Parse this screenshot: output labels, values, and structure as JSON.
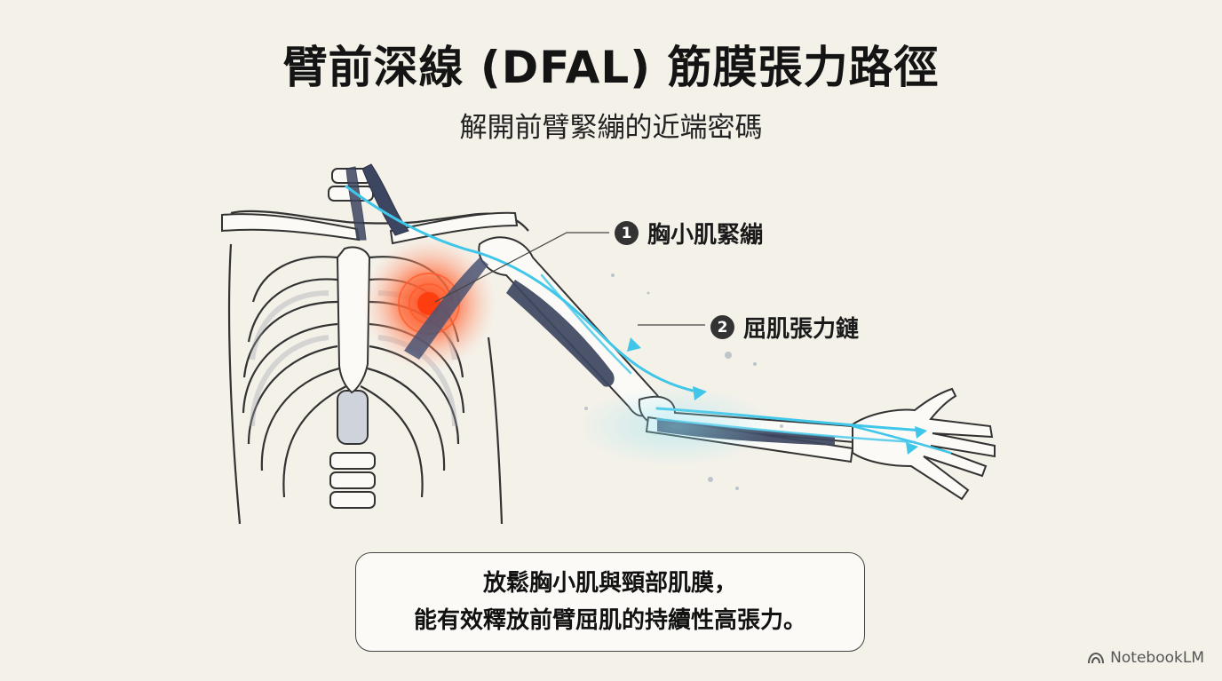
{
  "header": {
    "title": "臂前深線 (DFAL) 筋膜張力路徑",
    "subtitle": "解開前臂緊繃的近端密碼"
  },
  "callouts": [
    {
      "number": "1",
      "label": "胸小肌緊繃"
    },
    {
      "number": "2",
      "label": "屈肌張力鏈"
    }
  ],
  "summary": {
    "line1": "放鬆胸小肌與頸部肌膜，",
    "line2": "能有效釋放前臂屈肌的持續性高張力。"
  },
  "brand": {
    "name": "NotebookLM"
  },
  "colors": {
    "background": "#f4f1e9",
    "bone_outline": "#333333",
    "fascia_line": "#3fc6e8",
    "muscle": "#3d4660",
    "hotspot": "#f2592a"
  },
  "icons": {
    "brand": "notebooklm-logo-icon"
  }
}
